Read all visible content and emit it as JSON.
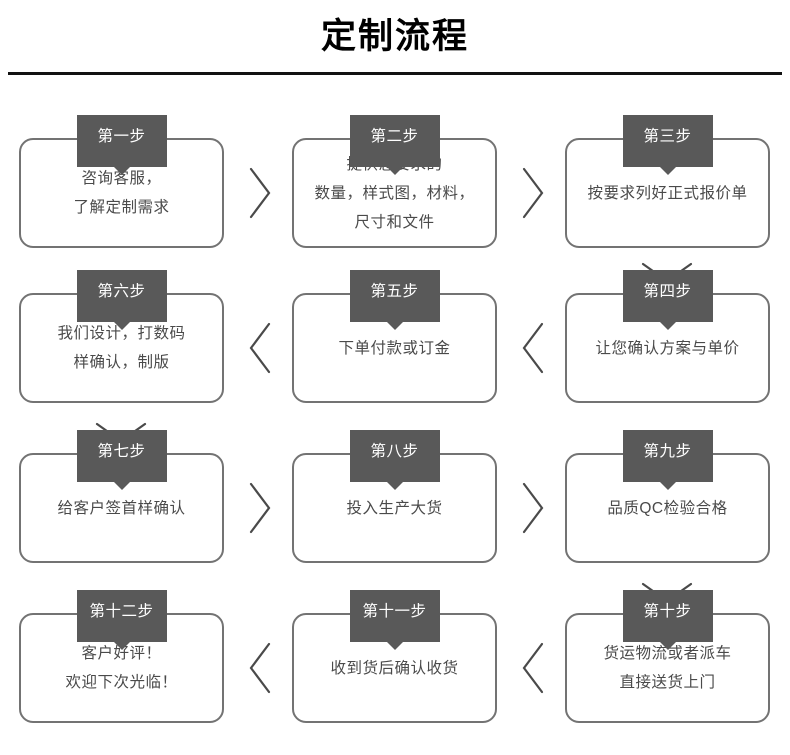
{
  "header": {
    "title": "定制流程"
  },
  "flow": {
    "type": "serpentine-flowchart",
    "columns": 3,
    "rows": 4,
    "accent_color": "#595959",
    "border_color": "#737373",
    "text_color": "#4a4a4a",
    "steps": [
      {
        "badge": "第一步",
        "text": "咨询客服，\n了解定制需求"
      },
      {
        "badge": "第二步",
        "text": "提供您要求的\n数量，样式图，材料，\n尺寸和文件"
      },
      {
        "badge": "第三步",
        "text": "按要求列好正式报价单"
      },
      {
        "badge": "第六步",
        "text": "我们设计，打数码\n样确认，制版"
      },
      {
        "badge": "第五步",
        "text": "下单付款或订金"
      },
      {
        "badge": "第四步",
        "text": "让您确认方案与单价"
      },
      {
        "badge": "第七步",
        "text": "给客户签首样确认"
      },
      {
        "badge": "第八步",
        "text": "投入生产大货"
      },
      {
        "badge": "第九步",
        "text": "品质QC检验合格"
      },
      {
        "badge": "第十二步",
        "text": "客户好评！\n欢迎下次光临！"
      },
      {
        "badge": "第十一步",
        "text": "收到货后确认收货"
      },
      {
        "badge": "第十步",
        "text": "货运物流或者派车\n直接送货上门"
      }
    ],
    "connectors": [
      {
        "name": "step1-to-step2",
        "direction": "right"
      },
      {
        "name": "step2-to-step3",
        "direction": "right"
      },
      {
        "name": "step3-to-step4",
        "direction": "down"
      },
      {
        "name": "step4-to-step5",
        "direction": "left"
      },
      {
        "name": "step5-to-step6",
        "direction": "left"
      },
      {
        "name": "step6-to-step7",
        "direction": "down"
      },
      {
        "name": "step7-to-step8",
        "direction": "right"
      },
      {
        "name": "step8-to-step9",
        "direction": "right"
      },
      {
        "name": "step9-to-step10",
        "direction": "down"
      },
      {
        "name": "step10-to-step11",
        "direction": "left"
      },
      {
        "name": "step11-to-step12",
        "direction": "left"
      }
    ]
  }
}
